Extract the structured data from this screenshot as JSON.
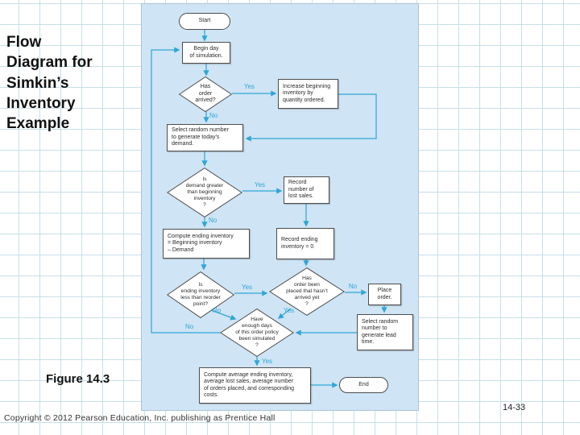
{
  "slide": {
    "title": "Flow\nDiagram for\nSimkin’s\nInventory\nExample",
    "figure_caption": "Figure 14.3",
    "copyright": "Copyright © 2012 Pearson Education, Inc. publishing as Prentice Hall",
    "page_number": "14-33"
  },
  "colors": {
    "panel_bg": "#cfe4f4",
    "arrow": "#2fa6d6",
    "grid_line": "#c6dfe8",
    "node_border": "#4d4d4d"
  },
  "flowchart": {
    "nodes": {
      "start": "Start",
      "begin_day": "Begin day\nof simulation.",
      "has_order_arrived": "Has\norder\narrived?",
      "increase_inventory": "Increase beginning\ninventory by\nquantity ordered.",
      "select_demand": "Select random number\nto generate today’s\ndemand.",
      "is_demand_greater": "Is\ndemand greater\nthan beginning\ninventory\n?",
      "record_lost_sales": "Record\nnumber of\nlost sales.",
      "compute_ending": "Compute ending inventory\n= Beginning inventory\n– Demand",
      "record_ending_zero": "Record ending\ninventory = 0",
      "is_ending_less": "Is\nending inventory\nless than reorder\npoint?",
      "has_order_placed": "Has\norder been\nplaced that hasn’t\narrived yet\n?",
      "place_order": "Place\norder.",
      "select_lead_time": "Select random\nnumber to\ngenerate lead\ntime.",
      "enough_days": "Have\nenough days\nof this order policy\nbeen simulated\n?",
      "compute_averages": "Compute average ending inventory,\naverage lost sales, average number\nof orders placed, and corresponding\ncosts.",
      "end": "End"
    },
    "edge_labels": {
      "yes_order_arrived": "Yes",
      "no_order_arrived": "No",
      "yes_demand_greater": "Yes",
      "no_demand_greater": "No",
      "yes_ending_less": "Yes",
      "no_order_placed": "No",
      "no_ending_less": "No",
      "yes_order_placed": "Yes",
      "no_enough_days": "No",
      "yes_enough_days": "Yes"
    }
  }
}
